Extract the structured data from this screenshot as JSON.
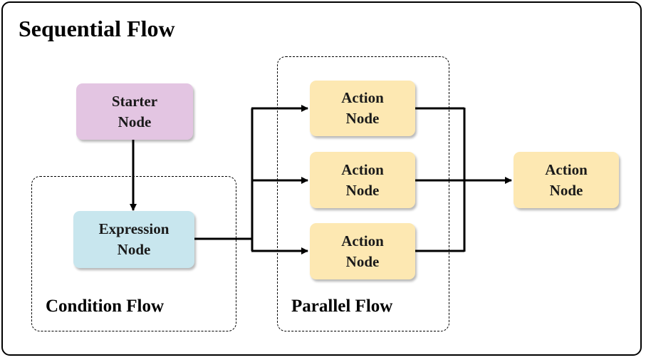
{
  "title": "Sequential Flow",
  "groups": {
    "condition": "Condition Flow",
    "parallel": "Parallel Flow"
  },
  "nodes": {
    "starter": [
      "Starter",
      "Node"
    ],
    "expression": [
      "Expression",
      "Node"
    ],
    "action1": [
      "Action",
      "Node"
    ],
    "action2": [
      "Action",
      "Node"
    ],
    "action3": [
      "Action",
      "Node"
    ],
    "action4": [
      "Action",
      "Node"
    ]
  },
  "colors": {
    "starter": "#e3c5e2",
    "expression": "#c8e6ee",
    "action": "#fde8b2",
    "edge": "#000000"
  }
}
